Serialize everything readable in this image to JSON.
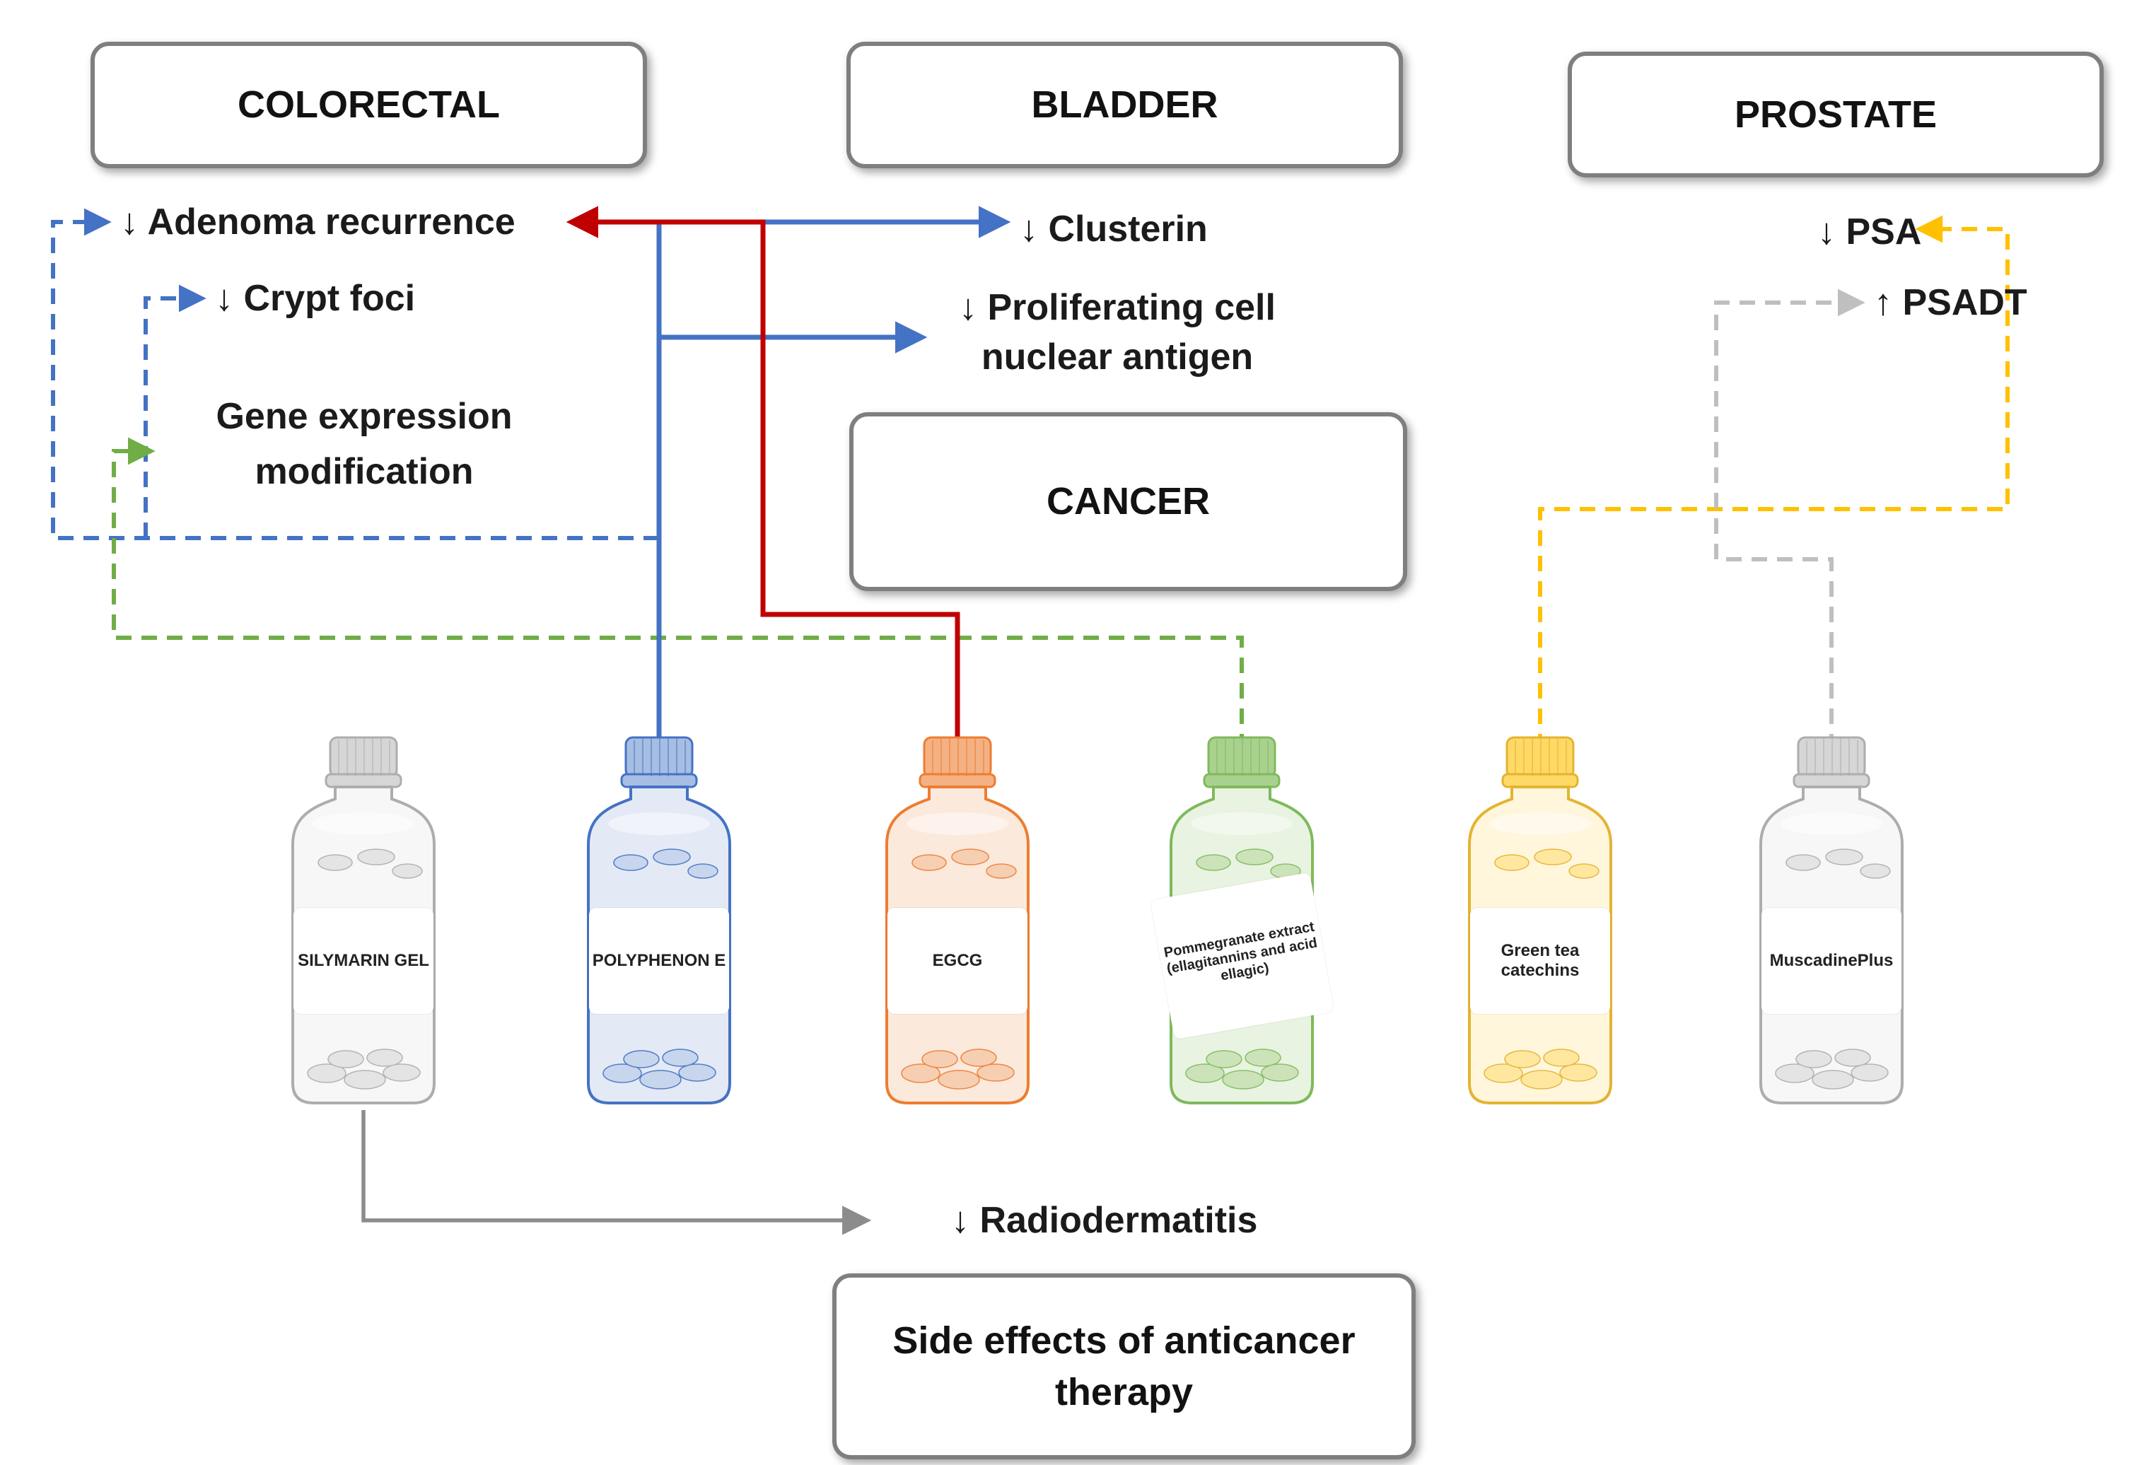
{
  "boxes": {
    "colorectal": {
      "label": "COLORECTAL"
    },
    "bladder": {
      "label": "BLADDER"
    },
    "prostate": {
      "label": "PROSTATE"
    },
    "cancer": {
      "label": "CANCER"
    },
    "side_effects": {
      "label": "Side effects of anticancer therapy"
    }
  },
  "effects": {
    "adenoma_recurrence": "↓ Adenoma recurrence",
    "crypt_foci": "↓ Crypt foci",
    "gene_expression": "Gene expression modification",
    "clusterin": "↓ Clusterin",
    "pcna": "↓ Proliferating cell nuclear antigen",
    "psa": "↓ PSA",
    "psadt": "↑ PSADT",
    "radiodermatitis": "↓ Radiodermatitis"
  },
  "bottles": [
    {
      "label": "SILYMARIN GEL",
      "accent": "#ADADAD"
    },
    {
      "label": "POLYPHENON E",
      "accent": "#4472C4"
    },
    {
      "label": "EGCG",
      "accent": "#ED7D31"
    },
    {
      "label": "Pommegranate extract (ellagitannins and acid ellagic)",
      "accent": "#70AD47"
    },
    {
      "label": "Green tea catechins",
      "accent": "#FFC000"
    },
    {
      "label": "MuscadinePlus",
      "accent": "#ADADAD"
    }
  ],
  "colors": {
    "blue": "#4472C4",
    "red": "#C00000",
    "green": "#70AD47",
    "yellow": "#FFC000",
    "gray_dashed": "#BFBFBF",
    "gray_solid": "#8C8C8C",
    "box_border": "#7F7F7F",
    "text": "#1B1B1B"
  },
  "connections": [
    {
      "from": "POLYPHENON E",
      "to": "↓ Clusterin",
      "style": "blue solid"
    },
    {
      "from": "POLYPHENON E",
      "to": "↓ Proliferating cell nuclear antigen",
      "style": "blue solid"
    },
    {
      "from": "POLYPHENON E",
      "to": "↓ Adenoma recurrence",
      "style": "blue dashed"
    },
    {
      "from": "POLYPHENON E",
      "to": "↓ Crypt foci",
      "style": "blue dashed"
    },
    {
      "from": "EGCG",
      "to": "↓ Adenoma recurrence",
      "style": "red solid"
    },
    {
      "from": "Pommegranate extract (ellagitannins and acid ellagic)",
      "to": "Gene expression modification",
      "style": "green dashed"
    },
    {
      "from": "Green tea catechins",
      "to": "↓ PSA",
      "style": "yellow dashed"
    },
    {
      "from": "MuscadinePlus",
      "to": "↑ PSADT",
      "style": "gray dashed"
    },
    {
      "from": "SILYMARIN GEL",
      "to": "↓ Radiodermatitis",
      "style": "gray solid"
    }
  ]
}
